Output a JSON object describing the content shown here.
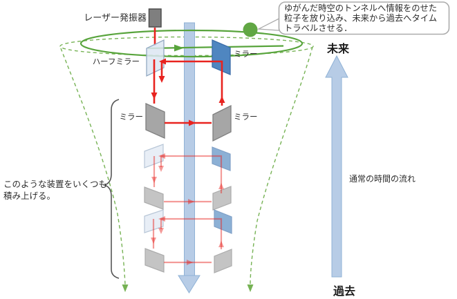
{
  "labels": {
    "laser": "レーザー発振器",
    "half_mirror": "ハーフミラー",
    "mirror": "ミラー",
    "future": "未来",
    "past": "過去",
    "time_flow": "通常の時間の流れ"
  },
  "callout": {
    "line1": "ゆがんだ時空のトンネルへ情報をのせた",
    "line2": "粒子を放り込み、未来から過去へタイム",
    "line3": "トラベルさせる．"
  },
  "note": {
    "line1": "このような装置をいくつも",
    "line2": "積み上げる。"
  },
  "colors": {
    "green_solid": "#58a43c",
    "green_dashed": "#76b254",
    "laser_red": "#e8231f",
    "mirror_gray": "#a6a6a6",
    "mirror_gray_border": "#7f7f7f",
    "mirror_blue": "#4f86c0",
    "mirror_blue_border": "#3b6ca8",
    "half_mirror_fill": "#dce6f2",
    "half_mirror_border": "#93a9c2",
    "time_bar_fill": "#b7cce6",
    "time_bar_border": "#8fb2d6",
    "laser_box_fill": "#7f7f7f",
    "laser_box_border": "#4d4d4d"
  }
}
